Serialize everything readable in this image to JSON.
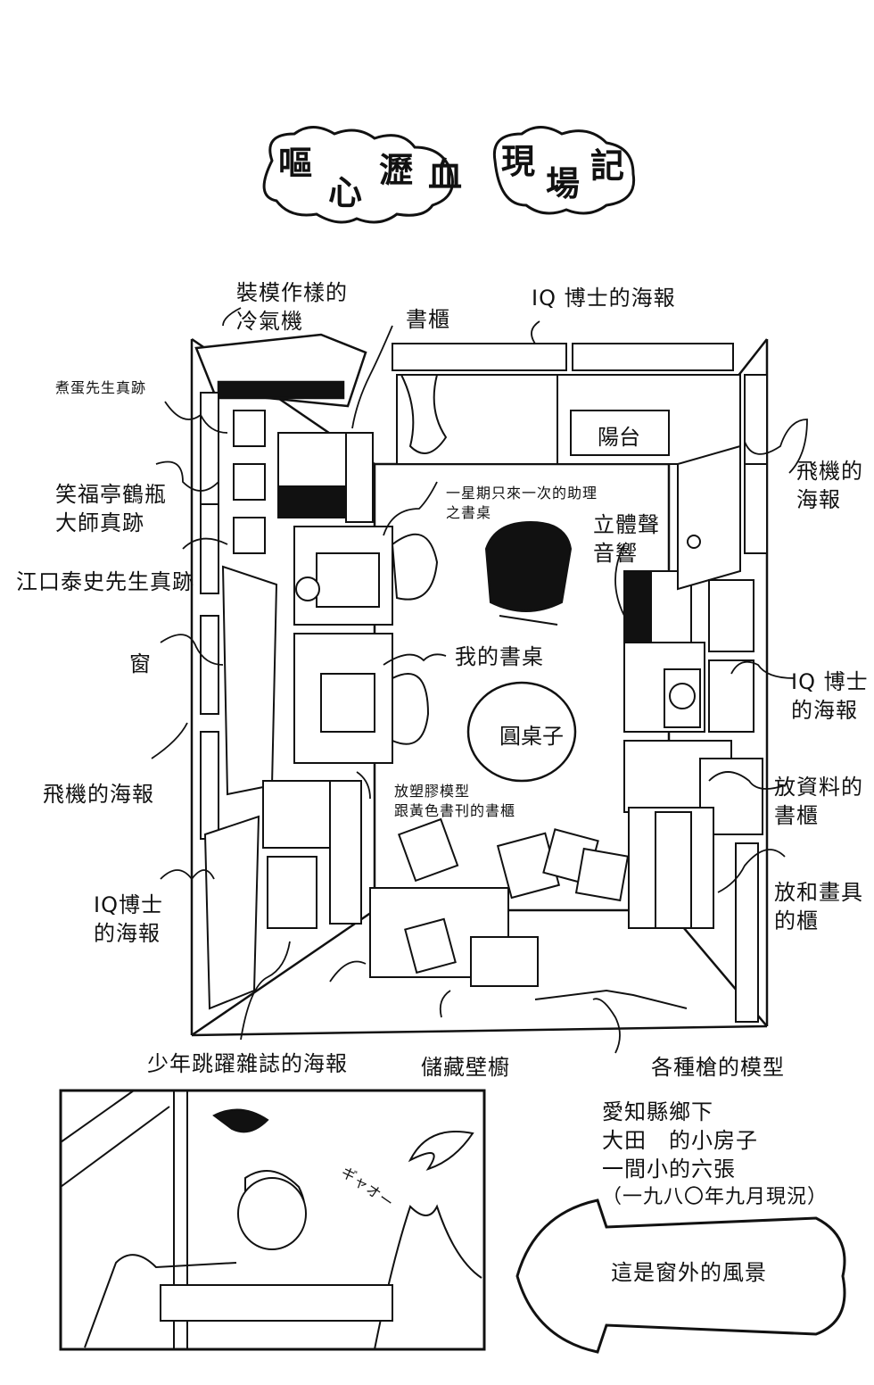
{
  "title": {
    "chars": [
      "嘔",
      "心",
      "瀝",
      "血",
      "現",
      "場",
      "記"
    ]
  },
  "labels": {
    "aircon": "裝模作樣的\n冷氣機",
    "bookshelf": "書櫃",
    "iq_poster_top": "IQ 博士的海報",
    "egg_sign": "煮蛋先生真跡",
    "bottle_sign": "笑福亭鶴瓶\n大師真跡",
    "eguchi_sign": "江口泰史先生真跡",
    "window": "窗",
    "plane_poster_left": "飛機的海報",
    "iq_poster_left": "IQ博士\n的海報",
    "assistant_desk": "一星期只來一次的助理\n之書桌",
    "stereo": "立體聲\n音響",
    "plane_poster_right": "飛機的\n海報",
    "my_desk": "我的書桌",
    "iq_poster_right": "IQ 博士\n的海報",
    "data_shelf": "放資料的\n書櫃",
    "model_shelf": "放塑膠模型\n跟黃色書刊的書櫃",
    "art_shelf": "放和畫具\n的櫃",
    "jump_poster": "少年跳躍雜誌的海報",
    "closet": "儲藏壁櫥",
    "guns": "各種槍的模型",
    "balcony": "陽台",
    "round_table": "圓桌子"
  },
  "caption": {
    "line1": "愛知縣鄉下",
    "line2": "大田　的小房子",
    "line3": "一間小的六張",
    "line4": "（一九八〇年九月現況）"
  },
  "arrow_text": "這是窗外的風景",
  "monster_sfx": "ギャオー"
}
